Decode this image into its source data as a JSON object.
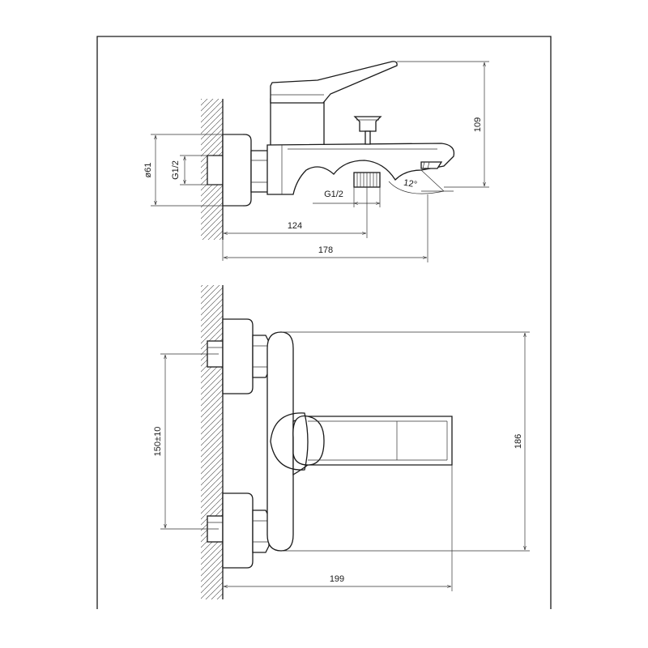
{
  "colors": {
    "line": "#1a1a1a",
    "dimension": "#333333",
    "background": "#ffffff"
  },
  "side_view": {
    "dim_height": "109",
    "dim_diameter": "ø61",
    "dim_inlet_thread": "G1/2",
    "dim_outlet_thread": "G1/2",
    "dim_angle": "12°",
    "dim_depth_inner": "124",
    "dim_depth_total": "178"
  },
  "top_view": {
    "dim_centers": "150±10",
    "dim_width": "186",
    "dim_depth": "199"
  }
}
